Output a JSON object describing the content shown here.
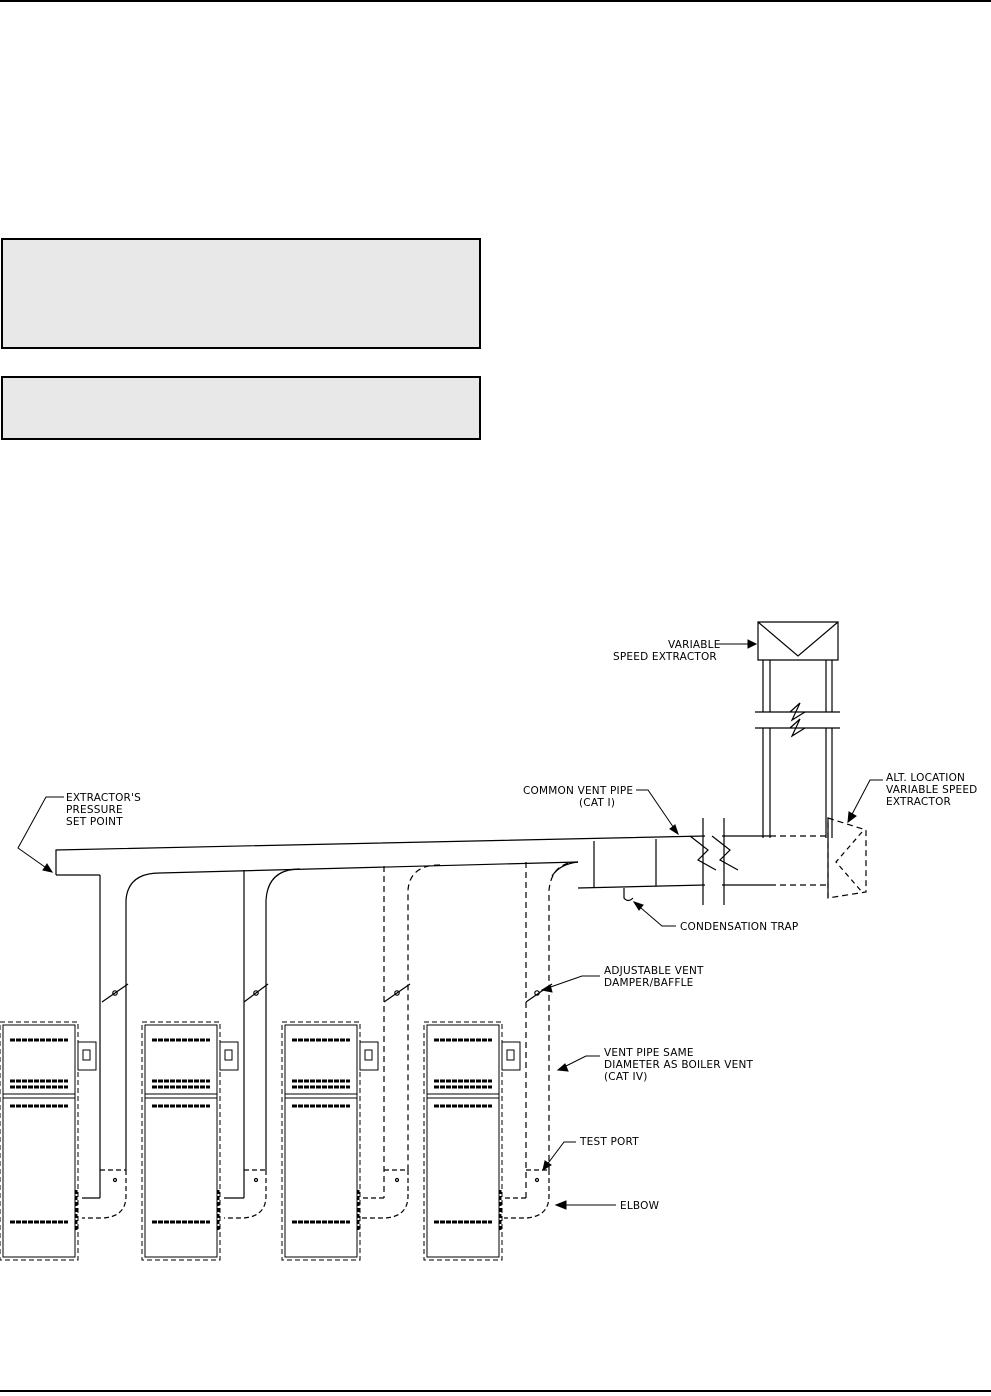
{
  "labels": {
    "variable_speed_extractor": [
      "VARIABLE",
      "SPEED EXTRACTOR"
    ],
    "alt_location": [
      "ALT. LOCATION",
      "VARIABLE SPEED",
      "EXTRACTOR"
    ],
    "extractor_pressure": [
      "EXTRACTOR'S",
      "PRESSURE",
      "SET POINT"
    ],
    "common_vent_pipe": [
      "COMMON VENT PIPE",
      "(CAT I)"
    ],
    "condensation_trap": [
      "CONDENSATION TRAP"
    ],
    "adjustable_damper": [
      "ADJUSTABLE VENT",
      "DAMPER/BAFFLE"
    ],
    "vent_pipe_same": [
      "VENT PIPE SAME",
      "DIAMETER AS BOILER VENT",
      "(CAT IV)"
    ],
    "test_port": [
      "TEST PORT"
    ],
    "elbow": [
      "ELBOW"
    ]
  }
}
